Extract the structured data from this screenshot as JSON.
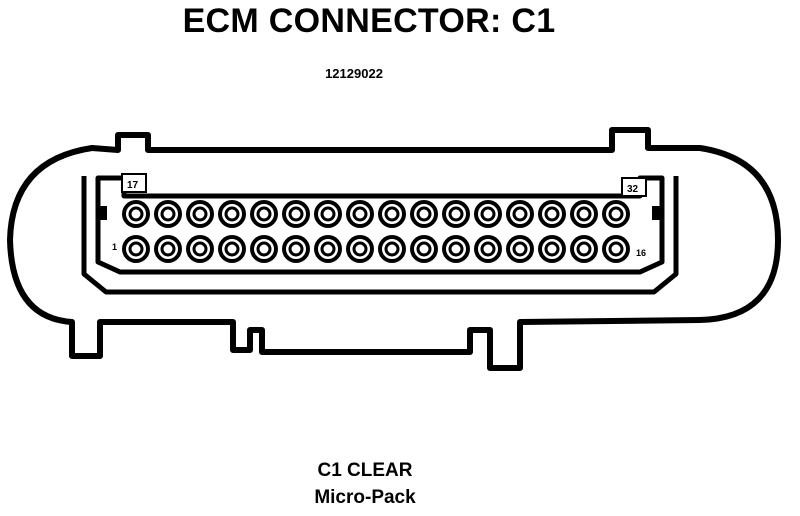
{
  "title": "ECM CONNECTOR: C1",
  "part_number": "12129022",
  "connector": {
    "pin_labels": {
      "top_left": "17",
      "top_right": "32",
      "bottom_left": "1",
      "bottom_right": "16"
    },
    "top_row_pins": 16,
    "bottom_row_pins": 16
  },
  "caption": {
    "line1": "C1 CLEAR",
    "line2": "Micro-Pack"
  }
}
